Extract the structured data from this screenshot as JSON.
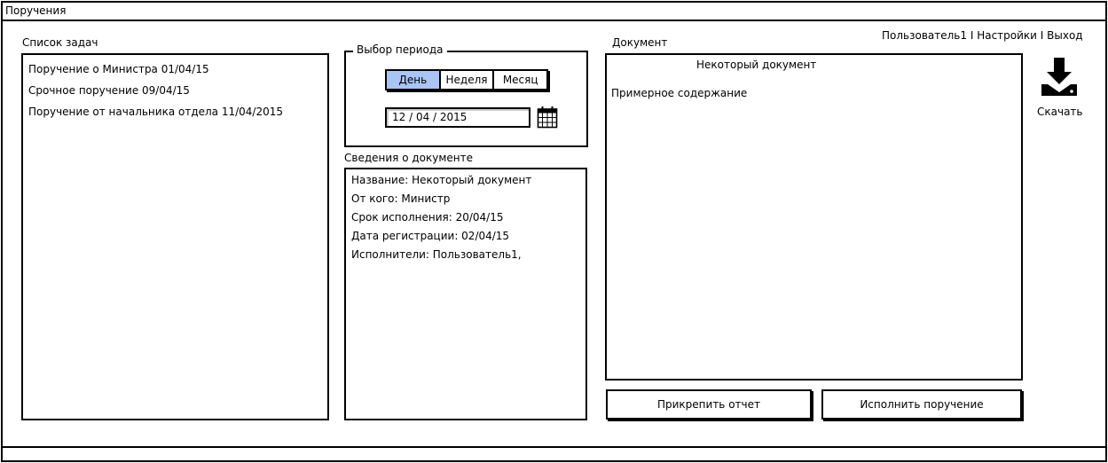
{
  "window": {
    "title": "Поручения"
  },
  "tasks": {
    "label": "Список задач",
    "items": [
      "Поручение о Министра 01/04/15",
      "Срочное поручение 09/04/15",
      "Поручение от начальника отдела 11/04/2015"
    ]
  },
  "period": {
    "legend": "Выбор периода",
    "segments": [
      "День",
      "Неделя",
      "Месяц"
    ],
    "selected": "День",
    "date_value": "12  /  04  /  2015"
  },
  "info": {
    "label": "Сведения о документе",
    "items": [
      "Название: Некоторый документ",
      "От кого: Министр",
      "Срок исполнения: 20/04/15",
      "Дата регистрации: 02/04/15",
      "Исполнители: Пользователь1,"
    ]
  },
  "document": {
    "label": "Документ",
    "title": "Некоторый документ",
    "content": "Примерное содержание"
  },
  "actions": {
    "attach_label": "Прикрепить отчет",
    "execute_label": "Исполнить поручение",
    "download_label": "Скачать",
    "download_icon": "download-tray-icon"
  },
  "user": {
    "name": "Пользователь1",
    "separator": " I ",
    "settings": "Настройки",
    "logout": "Выход"
  },
  "colors": {
    "selected_segment": "#a9c4f5"
  }
}
